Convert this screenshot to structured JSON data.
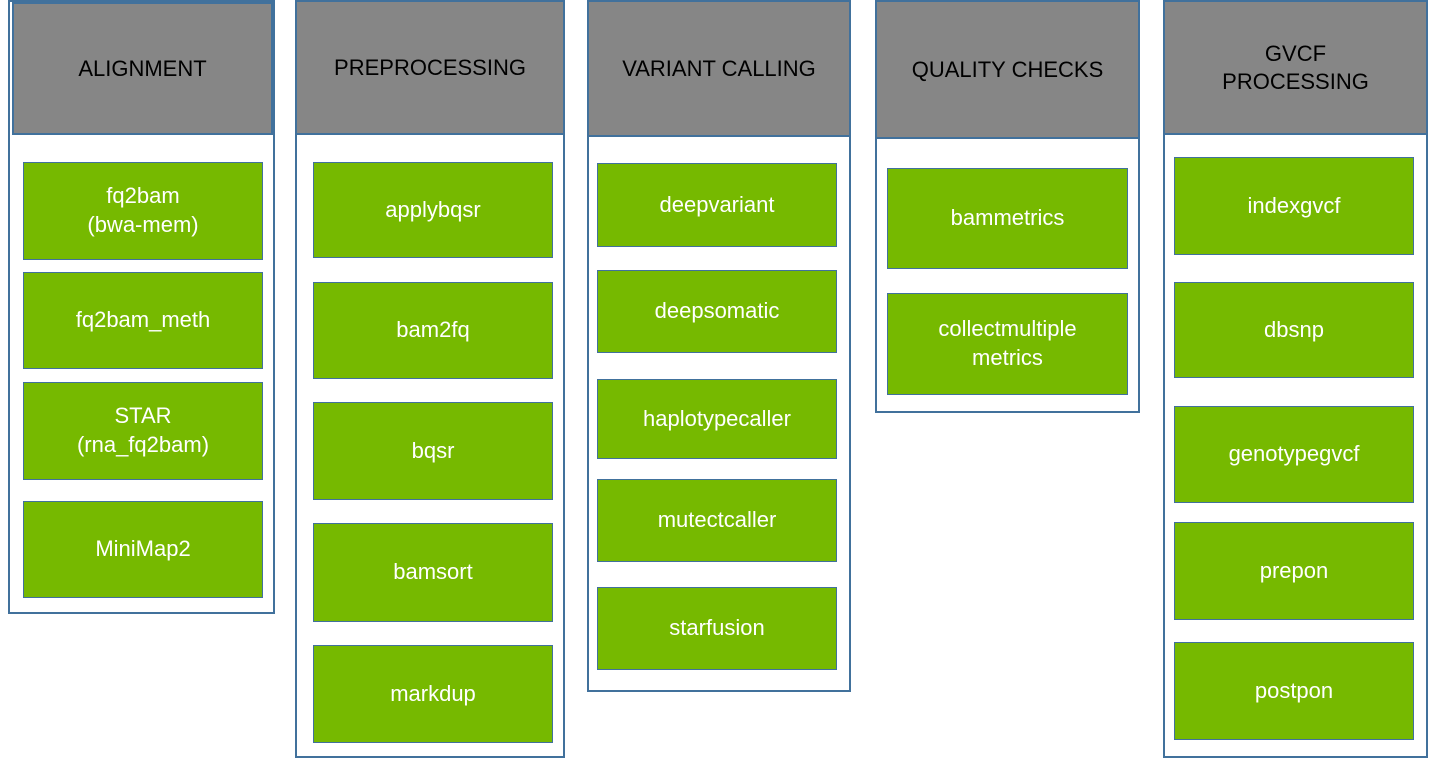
{
  "diagram": {
    "colors": {
      "tool_green": "#76B900",
      "header_gray": "#868686",
      "border_blue": "#41719C",
      "tool_text": "#ffffff",
      "header_text": "#000000"
    },
    "columns": [
      {
        "header": "ALIGNMENT",
        "items": [
          "fq2bam\n(bwa-mem)",
          "fq2bam_meth",
          "STAR\n(rna_fq2bam)",
          "MiniMap2"
        ]
      },
      {
        "header": "PREPROCESSING",
        "items": [
          "applybqsr",
          "bam2fq",
          "bqsr",
          "bamsort",
          "markdup"
        ]
      },
      {
        "header": "VARIANT CALLING",
        "items": [
          "deepvariant",
          "deepsomatic",
          "haplotypecaller",
          "mutectcaller",
          "starfusion"
        ]
      },
      {
        "header": "QUALITY CHECKS",
        "items": [
          "bammetrics",
          "collectmultiple\nmetrics"
        ]
      },
      {
        "header": "GVCF\nPROCESSING",
        "items": [
          "indexgvcf",
          "dbsnp",
          "genotypegvcf",
          "prepon",
          "postpon"
        ]
      }
    ]
  }
}
